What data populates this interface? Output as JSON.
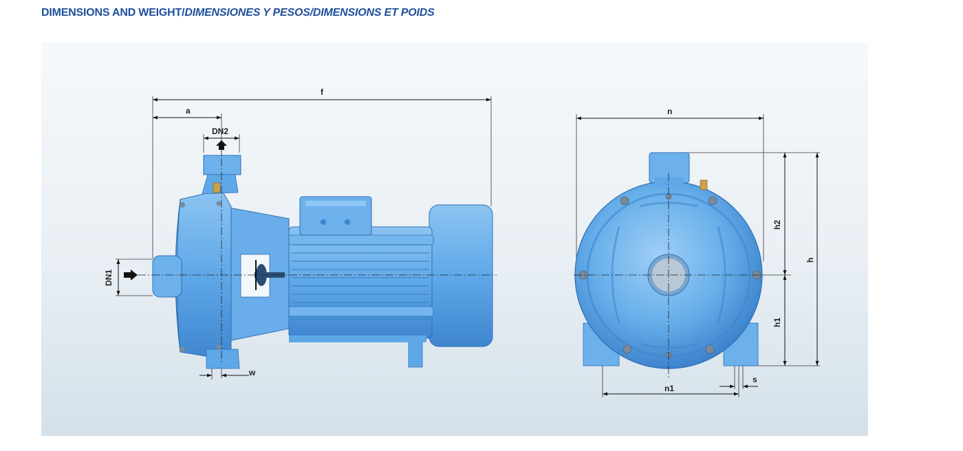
{
  "heading": {
    "main": "DIMENSIONS AND WEIGHT/",
    "italic": "DIMENSIONES Y PESOS/DIMENSIONS ET POIDS"
  },
  "side_view_labels": {
    "f": "f",
    "a": "a",
    "dn2": "DN2",
    "dn1": "DN1",
    "w": "w"
  },
  "front_view_labels": {
    "n": "n",
    "h2": "h2",
    "h": "h",
    "h1": "h1",
    "n1": "n1",
    "s": "s"
  },
  "colors": {
    "heading": "#1f4e9c",
    "pump_body": "#5fa8e8",
    "pump_dark": "#3a7fc4",
    "pump_light": "#9fcff6"
  }
}
